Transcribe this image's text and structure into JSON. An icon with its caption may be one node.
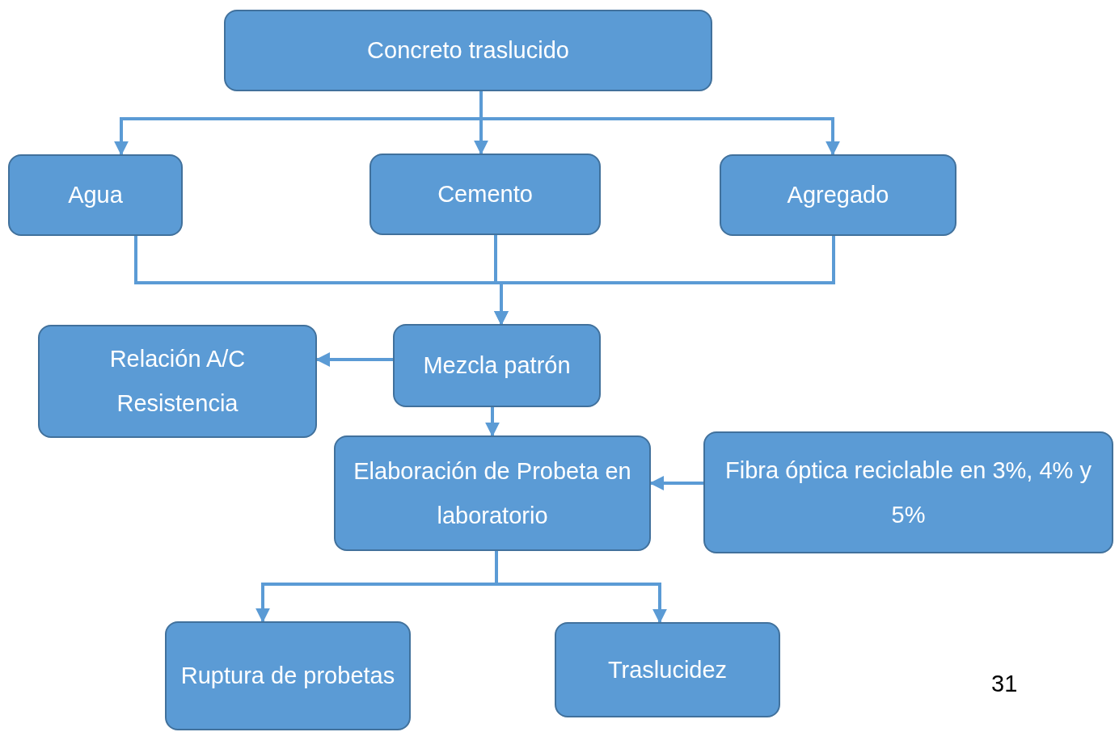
{
  "diagram": {
    "nodes": [
      {
        "text": [
          "Concreto traslucido"
        ]
      },
      {
        "text": [
          "Agua"
        ]
      },
      {
        "text": [
          "Cemento"
        ]
      },
      {
        "text": [
          "Agregado"
        ]
      },
      {
        "text": [
          "Relación A/C",
          "Resistencia"
        ]
      },
      {
        "text": [
          "Mezcla patrón"
        ]
      },
      {
        "text": [
          "Elaboración de Probeta en laboratorio"
        ]
      },
      {
        "text": [
          "Fibra óptica reciclable en 3%, 4% y 5%"
        ]
      },
      {
        "text": [
          "Ruptura de probetas"
        ]
      },
      {
        "text": [
          "Traslucidez"
        ]
      }
    ],
    "edges": [
      {
        "from": 0,
        "to": 1,
        "arrow": "to"
      },
      {
        "from": 0,
        "to": 2,
        "arrow": "to"
      },
      {
        "from": 0,
        "to": 3,
        "arrow": "to"
      },
      {
        "from": 1,
        "to": 5,
        "arrow": "to"
      },
      {
        "from": 2,
        "to": 5,
        "arrow": "to"
      },
      {
        "from": 3,
        "to": 5,
        "arrow": "to"
      },
      {
        "from": 5,
        "to": 4,
        "arrow": "to"
      },
      {
        "from": 5,
        "to": 6,
        "arrow": "to"
      },
      {
        "from": 7,
        "to": 6,
        "arrow": "to"
      },
      {
        "from": 6,
        "to": 8,
        "arrow": "to"
      },
      {
        "from": 6,
        "to": 9,
        "arrow": "to"
      }
    ],
    "labels": [
      "31"
    ]
  }
}
